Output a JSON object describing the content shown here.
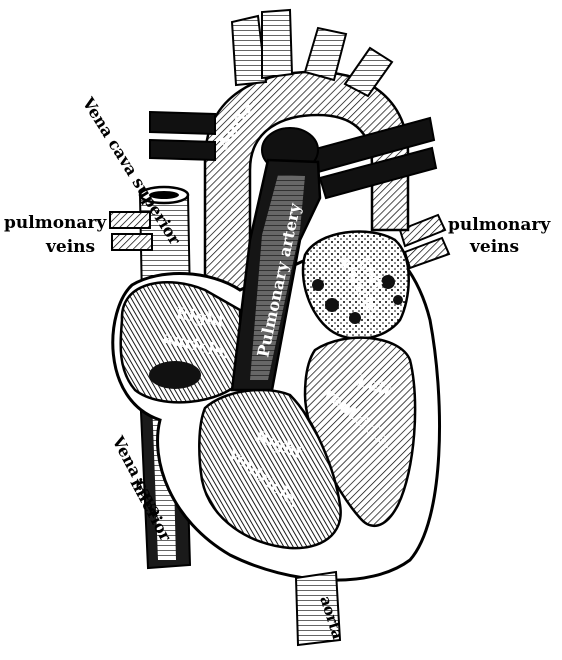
{
  "labels": {
    "aorta_top": "Aorta.",
    "vena_cava_superior": "Vena cava superior",
    "pulmonary_veins_left_1": "pulmonary",
    "pulmonary_veins_left_2": "veins",
    "pulmonary_veins_right_1": "pulmonary",
    "pulmonary_veins_right_2": "veins",
    "pulmonary_artery": "Pulmonary artery",
    "left_auricle_1": "Left",
    "left_auricle_2": "auricle.",
    "right_auricle_1": "Right",
    "right_auricle_2": "auricle.",
    "left_ventricle_1": "Left",
    "left_ventricle_2": "ventricle.",
    "right_ventricle_1": "Right",
    "right_ventricle_2": "ventricle.",
    "vena_cava_inferior_1": "Vena cava",
    "vena_cava_inferior_2": "inferior",
    "aorta_bottom": "aorta"
  },
  "colors": {
    "ink": "#000000",
    "paper": "#ffffff",
    "shade": "#2a2a2a"
  }
}
